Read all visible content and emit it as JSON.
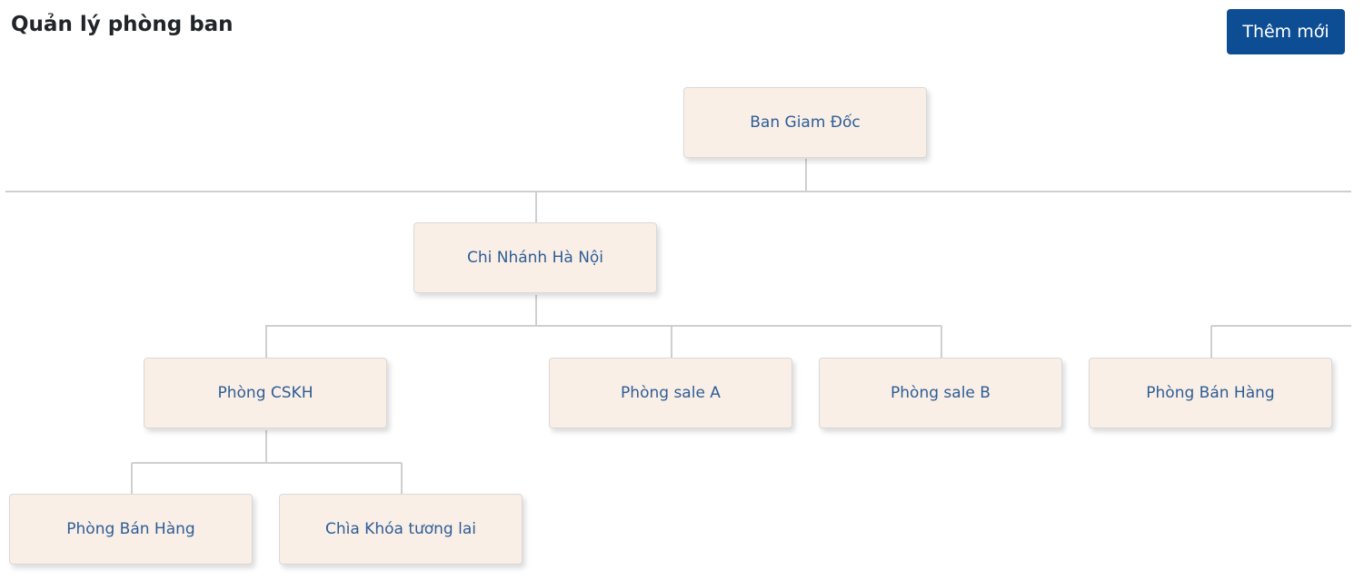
{
  "header": {
    "title": "Quản lý phòng ban",
    "add_button_label": "Thêm mới"
  },
  "org_chart": {
    "root": "Ban Giam Đốc",
    "branch": "Chi Nhánh Hà Nội",
    "departments": {
      "cskh": "Phòng CSKH",
      "sale_a": "Phòng sale A",
      "sale_b": "Phòng sale B",
      "ban_hang_right": "Phòng Bán Hàng"
    },
    "sub_departments": {
      "ban_hang": "Phòng Bán Hàng",
      "chia_khoa": "Chìa Khóa tương lai"
    }
  },
  "colors": {
    "accent_button": "#0d4d94",
    "node_background": "#f9efe6",
    "node_text": "#2f5d96",
    "connector": "#cfcfcf"
  }
}
